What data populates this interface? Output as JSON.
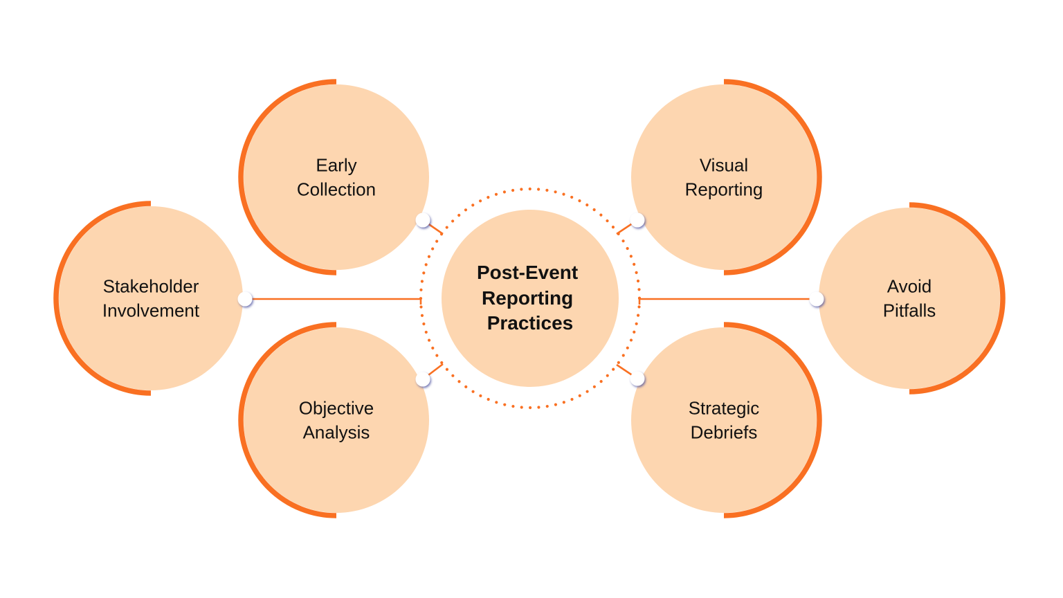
{
  "diagram": {
    "title": "Post-Event Reporting Practices",
    "center": {
      "lines": [
        "Post-Event",
        "Reporting",
        "Practices"
      ]
    },
    "nodes": [
      {
        "id": "early-collection",
        "lines": [
          "Early",
          "Collection"
        ],
        "side": "left",
        "position": "top-left"
      },
      {
        "id": "stakeholder-involvement",
        "lines": [
          "Stakeholder",
          "Involvement"
        ],
        "side": "left",
        "position": "middle-left"
      },
      {
        "id": "objective-analysis",
        "lines": [
          "Objective",
          "Analysis"
        ],
        "side": "left",
        "position": "bottom-left"
      },
      {
        "id": "visual-reporting",
        "lines": [
          "Visual",
          "Reporting"
        ],
        "side": "right",
        "position": "top-right"
      },
      {
        "id": "avoid-pitfalls",
        "lines": [
          "Avoid",
          "Pitfalls"
        ],
        "side": "right",
        "position": "middle-right"
      },
      {
        "id": "strategic-debriefs",
        "lines": [
          "Strategic",
          "Debriefs"
        ],
        "side": "right",
        "position": "bottom-right"
      }
    ],
    "colors": {
      "accent": "#F97022",
      "fill": "#FDD6B0",
      "text": "#111111",
      "connector_dot": "#FFFFFF",
      "connector_shadow": "#5A5FA8",
      "background": "#FFFFFF"
    }
  }
}
